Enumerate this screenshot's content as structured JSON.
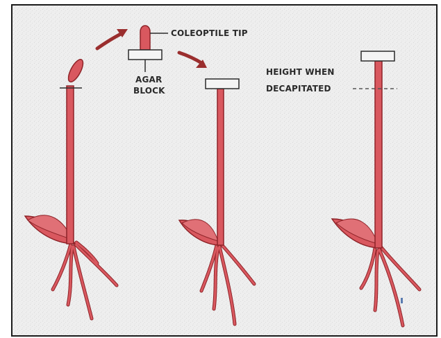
{
  "labels": {
    "coleoptile_tip": "COLEOPTILE TIP",
    "agar_block_line1": "AGAR",
    "agar_block_line2": "BLOCK",
    "height_line1": "HEIGHT WHEN",
    "height_line2": "DECAPITATED"
  },
  "colors": {
    "frame_bg": "#efefef",
    "frame_border": "#1a1a1a",
    "stem": "#d9585f",
    "stem_outline": "#8e2328",
    "agar": "#f4f4f4",
    "arrow": "#9a2e2e",
    "label_text": "#2a2a2a"
  }
}
